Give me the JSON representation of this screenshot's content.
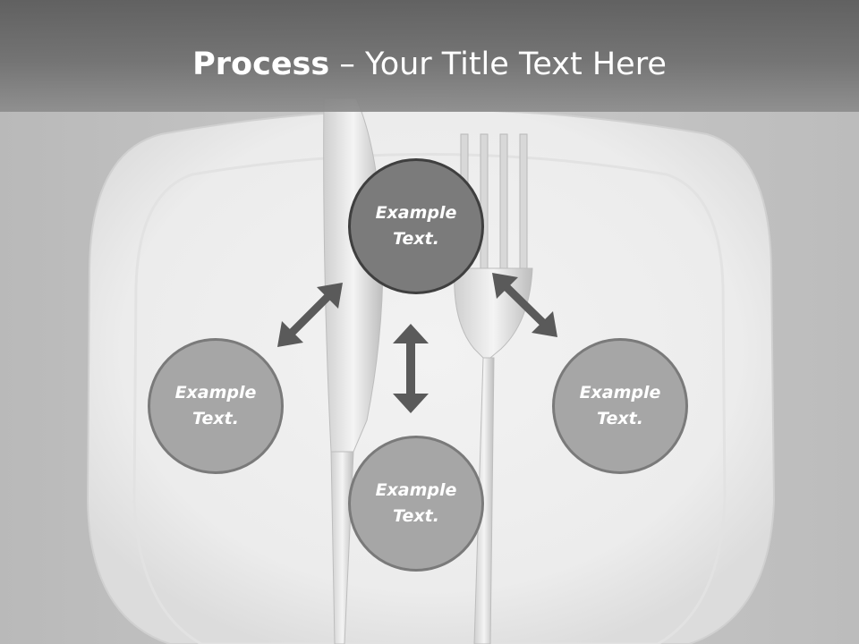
{
  "title": {
    "bold": "Process",
    "rest": " – Your Title Text Here"
  },
  "diagram": {
    "nodes": [
      {
        "id": "top",
        "text": "Example\nText."
      },
      {
        "id": "left",
        "text": "Example\nText."
      },
      {
        "id": "right",
        "text": "Example\nText."
      },
      {
        "id": "bottom",
        "text": "Example\nText."
      }
    ]
  },
  "colors": {
    "title_bar": "#666666",
    "top_node_fill": "#7b7b7b",
    "node_fill": "#a6a6a6",
    "arrow": "#5a5a5a"
  }
}
